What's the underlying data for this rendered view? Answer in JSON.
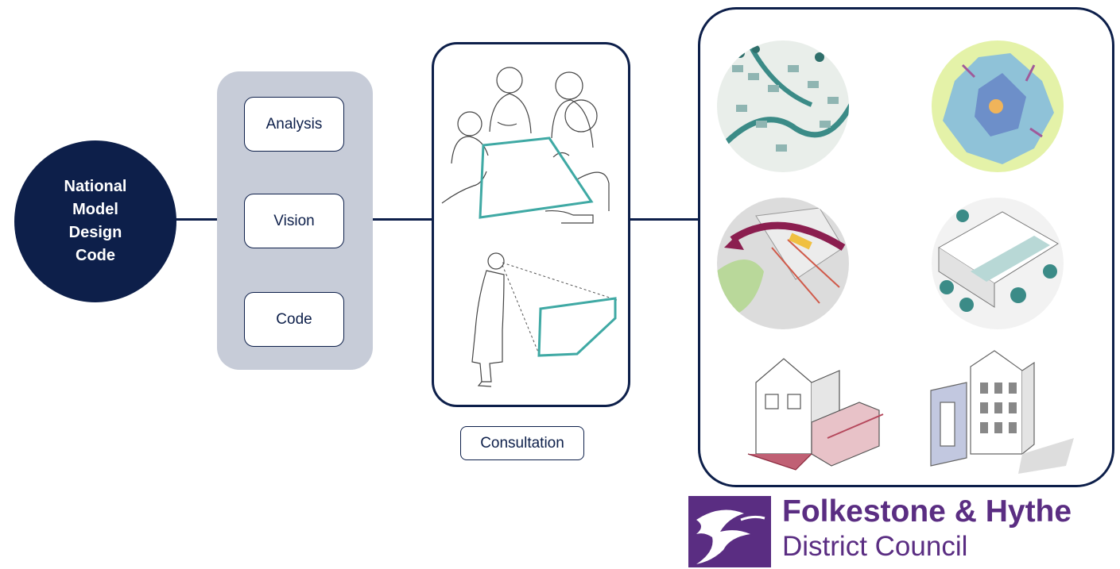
{
  "national_model": {
    "label": "National Model Design Code"
  },
  "stages": [
    {
      "label": "Analysis"
    },
    {
      "label": "Vision"
    },
    {
      "label": "Code"
    }
  ],
  "consultation": {
    "label": "Consultation"
  },
  "illustrations": [
    "aerial-streets-illustration",
    "density-map-illustration",
    "movement-map-illustration",
    "street-isometric-illustration",
    "house-extension-illustration",
    "building-massing-illustration"
  ],
  "logo": {
    "name": "Folkestone & Hythe",
    "subtitle": "District Council"
  },
  "colors": {
    "navy": "#0d1f4a",
    "panel_grey": "#c7ccd8",
    "teal": "#3fa9a4",
    "brand_purple": "#5a2d82"
  }
}
